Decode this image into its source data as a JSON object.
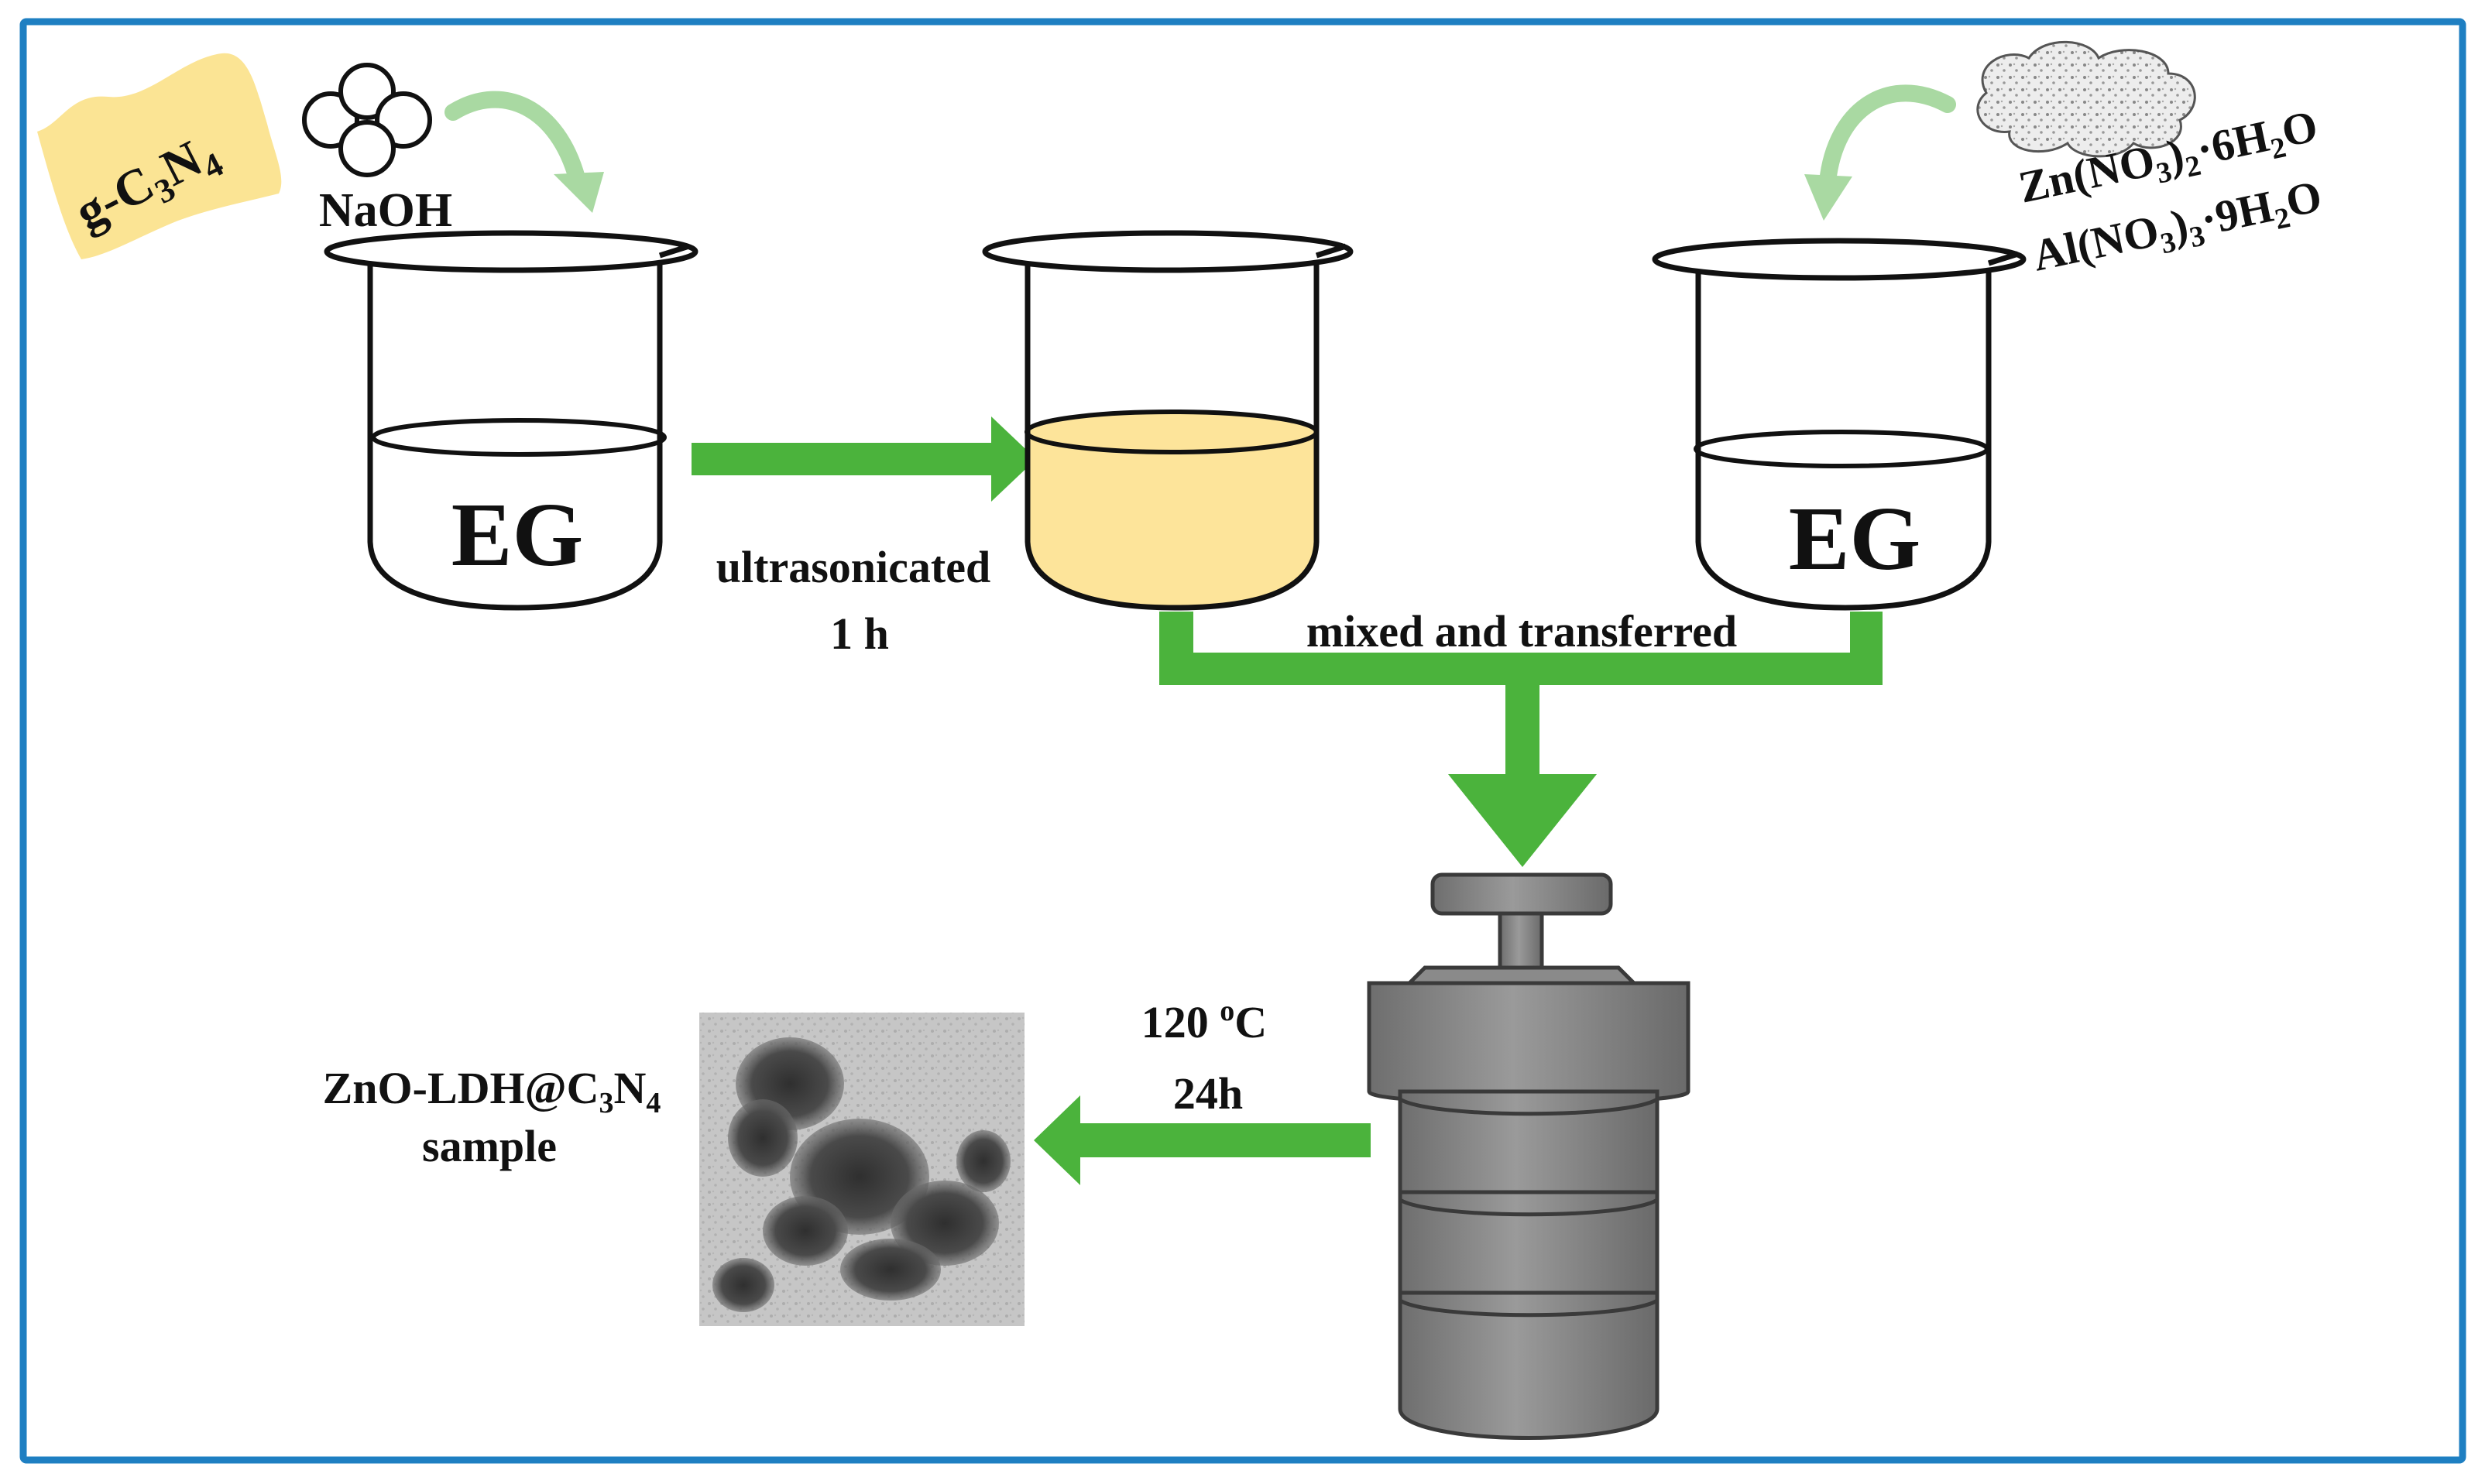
{
  "colors": {
    "frame": "#1e7fc2",
    "arrow": "#4bb33c",
    "arrow_soft": "#a9d9a2",
    "solution_yellow": "#fde49a",
    "sticky_yellow": "#fbe494",
    "autoclave": "#808080",
    "autoclave_dark": "#4a4a4a"
  },
  "reagents": {
    "carbon_nitride": {
      "base": "g-C",
      "sub1": "3",
      "mid": "N",
      "sub2": "4"
    },
    "base_label": "NaOH",
    "salt1": {
      "a": "Zn(NO",
      "s1": "3",
      "b": ")",
      "s2": "2",
      "c": "·6H",
      "s3": "2",
      "d": "O"
    },
    "salt2": {
      "a": "Al(NO",
      "s1": "3",
      "b": ")",
      "s2": "3",
      "c": "·9H",
      "s3": "2",
      "d": "O"
    }
  },
  "beakers": {
    "left_solvent": "EG",
    "right_solvent": "EG"
  },
  "steps": {
    "step1_line1": "ultrasonicated",
    "step1_line2": "1 h",
    "step2": "mixed and transferred",
    "step3_temp": "120 ",
    "step3_sup": "o",
    "step3_unit": "C",
    "step3_time": "24h"
  },
  "product": {
    "name_a": "ZnO-LDH@C",
    "name_s1": "3",
    "name_b": "N",
    "name_s2": "4",
    "line2": "sample"
  },
  "icons": {
    "naoh": "molecule-cluster-icon",
    "salts": "powder-cloud-icon",
    "sample": "tem-micrograph-image"
  }
}
